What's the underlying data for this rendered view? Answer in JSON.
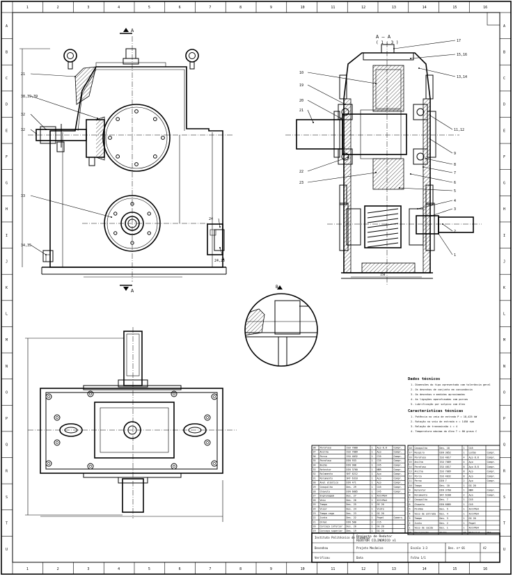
{
  "sheet": {
    "border_letters_left": [
      "A",
      "B",
      "C",
      "D",
      "E",
      "F",
      "G",
      "H",
      "I",
      "J",
      "K",
      "L",
      "M",
      "N",
      "O",
      "P",
      "Q",
      "R",
      "S",
      "T",
      "U"
    ],
    "border_numbers_top": [
      "1",
      "2",
      "3",
      "4",
      "5",
      "6",
      "7",
      "8",
      "9",
      "10",
      "11",
      "12",
      "13",
      "14",
      "15",
      "16"
    ]
  },
  "views": {
    "section_top_label": "A",
    "section_bottom_label": "A",
    "section_side_label": "A – A",
    "section_side_sub": "( 1 : 3 )",
    "detail_label": "B"
  },
  "callouts_left": [
    "21",
    "38,39,39",
    "32",
    "32",
    "33",
    "34,35",
    "24",
    "24,25"
  ],
  "callouts_right": [
    "17",
    "15,16",
    "13,14",
    "10",
    "19",
    "20",
    "21",
    "22",
    "23",
    "11,12",
    "9",
    "8",
    "7",
    "6",
    "5",
    "4",
    "3",
    "2",
    "1"
  ],
  "notes": {
    "heading_1": "Dados  técnicos",
    "lines_1": [
      "1. Dimensões do tipo apresentado com tolerância geral",
      "2. Os desenhos de conjunto em consonância",
      "3. Os desenhos e medidas aproximadas",
      "4. As ligações aparafusadas com porcas",
      "5. Lubrificação por salpico com óleo"
    ],
    "heading_2": "Características  técnicas",
    "lines_2": [
      "1. Potência no veio de entrada  P = 18,425 kW",
      "2. Rotação no veio de entrada  n = 1450 rpm",
      "3. Relação de transmissão  i = 4",
      "4. Temperatura máxima do óleo  T = 80 graus C"
    ]
  },
  "bom_left": {
    "rows": [
      [
        "38",
        "Parafuso",
        "ISO 7000",
        "1",
        "Aço 8.8",
        "Compr."
      ],
      [
        "37",
        "Anilha",
        "ISO 7089",
        "1",
        "Aço",
        "Compr."
      ],
      [
        "36",
        "Porca",
        "ISO 4032",
        "1",
        "C35",
        "Compr."
      ],
      [
        "35",
        "Parafuso",
        "DIN 933",
        "1",
        "C35",
        "Compr."
      ],
      [
        "34",
        "Bujão",
        "DIN 908",
        "1",
        "C45",
        "Compr."
      ],
      [
        "33",
        "Retentor",
        "DIN 3760",
        "1",
        "NBR",
        "Compr."
      ],
      [
        "32",
        "Rolamento",
        "SKF 6212",
        "1",
        "Aço",
        "Compr."
      ],
      [
        "31",
        "Rolamento",
        "SKF 6310",
        "1",
        "Aço",
        "Compr."
      ],
      [
        "30",
        "Anel elástico",
        "DIN 471",
        "1",
        "Aço",
        "Compr."
      ],
      [
        "29",
        "Casquilho",
        "Des. 29",
        "1",
        "C45",
        "Compr."
      ],
      [
        "28",
        "Chaveta",
        "DIN 6885",
        "1",
        "C45",
        "Compr."
      ],
      [
        "27",
        "Engrenagem",
        "Des. 27",
        "1",
        "42CrMo4",
        ""
      ],
      [
        "26",
        "Veio",
        "Des. 26",
        "1",
        "42CrMo4",
        ""
      ],
      [
        "25",
        "Tampa",
        "Des. 25",
        "1",
        "GG 20",
        ""
      ],
      [
        "24",
        "Visor",
        "Des. 24",
        "1",
        "Vidro",
        ""
      ],
      [
        "23",
        "Tampa cega",
        "Des. 23",
        "1",
        "GG 20",
        ""
      ],
      [
        "22",
        "Junta",
        "Des. 22",
        "1",
        "Papel",
        "Comerc."
      ],
      [
        "21",
        "Olhal",
        "DIN 580",
        "2",
        "C15",
        ""
      ],
      [
        "20",
        "Carcaça inferior",
        "Des. 20",
        "1",
        "GG 20",
        ""
      ],
      [
        "19",
        "Carcaça superior",
        "Des. 19",
        "1",
        "GG 20",
        ""
      ]
    ]
  },
  "bom_right": {
    "rows": [
      [
        "18",
        "Casquilho",
        "Des. 18",
        "1",
        "C45",
        ""
      ],
      [
        "17",
        "Respiro",
        "DIN 3852",
        "1",
        "Latão",
        "Compr."
      ],
      [
        "16",
        "Parafuso",
        "ISO 4017",
        "4",
        "Aço 8.8",
        "Compr."
      ],
      [
        "15",
        "Anilha",
        "ISO 7089",
        "4",
        "Aço",
        "Compr."
      ],
      [
        "14",
        "Parafuso",
        "ISO 4017",
        "8",
        "Aço 8.8",
        "Compr."
      ],
      [
        "13",
        "Anilha",
        "ISO 7089",
        "8",
        "Aço",
        "Compr."
      ],
      [
        "12",
        "Porca",
        "ISO 4032",
        "8",
        "Aço",
        "Compr."
      ],
      [
        "11",
        "Perno",
        "DIN 7",
        "2",
        "Aço",
        "Compr."
      ],
      [
        "10",
        "Tampa",
        "Des. 10",
        "1",
        "GG 20",
        ""
      ],
      [
        "9",
        "Retentor",
        "DIN 3760",
        "1",
        "NBR",
        "Compr."
      ],
      [
        "8",
        "Rolamento",
        "SKF 6208",
        "2",
        "Aço",
        "Compr."
      ],
      [
        "7",
        "Casquilho",
        "Des. 7",
        "1",
        "C45",
        ""
      ],
      [
        "6",
        "Chaveta",
        "DIN 6885",
        "1",
        "C45",
        ""
      ],
      [
        "5",
        "Pinhão",
        "Des. 5",
        "1",
        "42CrMo4",
        ""
      ],
      [
        "4",
        "Veio de entrada",
        "Des. 4",
        "1",
        "42CrMo4",
        ""
      ],
      [
        "3",
        "Tampa",
        "Des. 3",
        "1",
        "GG 20",
        ""
      ],
      [
        "2",
        "Junta",
        "Des. 2",
        "1",
        "Papel",
        ""
      ],
      [
        "1",
        "Veio de saída",
        "Des. 1",
        "1",
        "42CrMo4",
        ""
      ]
    ],
    "header": [
      "Nº",
      "Designação",
      "Norma",
      "Qt.",
      "Material",
      "Obs."
    ]
  },
  "title_block": {
    "school": "Instituto Politécnico de Bragança",
    "title_line_1": "Projecto de Redutor",
    "title_line_2": "REDUTOR CILINDRICO  v1",
    "drawn": "Desenhou",
    "checked": "Verificou",
    "scale": "Escala 1:3",
    "sheet_no": "Folha 1/1",
    "drawing_no": "Des. nº 01",
    "course": "Projeto Mecânico",
    "date": "Data",
    "format": "A2"
  }
}
